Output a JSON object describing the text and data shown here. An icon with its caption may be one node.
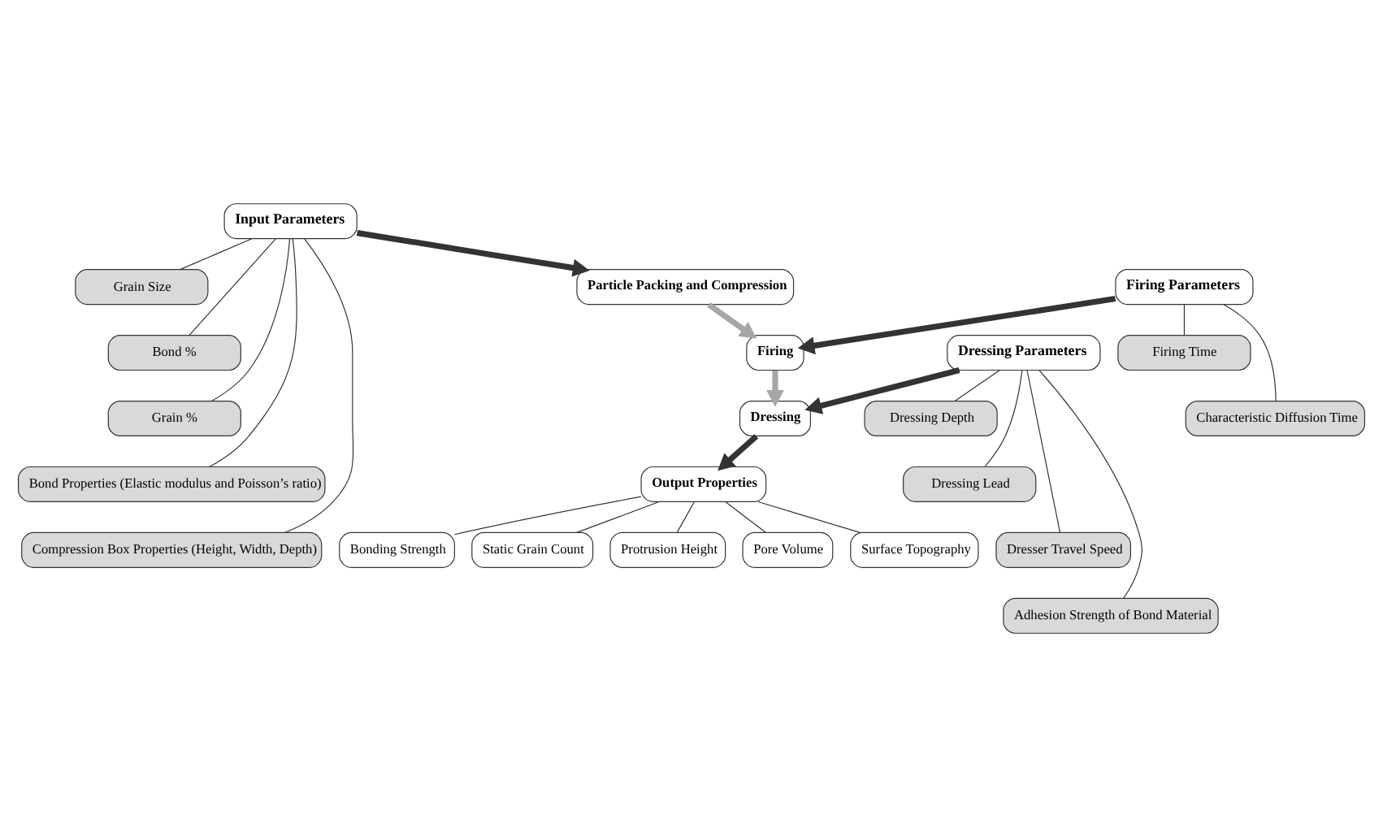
{
  "diagram": {
    "nodes": [
      {
        "text": [
          "Input Parameters"
        ]
      },
      {
        "text": [
          "Grain Size"
        ]
      },
      {
        "text": [
          "Bond %"
        ]
      },
      {
        "text": [
          "Grain %"
        ]
      },
      {
        "text": [
          "Bond Properties (Elastic modulus and Poisson’s ratio)"
        ]
      },
      {
        "text": [
          "Compression Box Properties (Height, Width, Depth)"
        ]
      },
      {
        "text": [
          "Firing Parameters"
        ]
      },
      {
        "text": [
          "Firing Time"
        ]
      },
      {
        "text": [
          "Characteristic Diffusion Time"
        ]
      },
      {
        "text": [
          "Dressing Parameters"
        ]
      },
      {
        "text": [
          "Dressing Depth"
        ]
      },
      {
        "text": [
          "Dressing Lead"
        ]
      },
      {
        "text": [
          "Dresser Travel Speed"
        ]
      },
      {
        "text": [
          "Adhesion Strength of Bond Material"
        ]
      },
      {
        "text": [
          "Particle Packing and Compression"
        ]
      },
      {
        "text": [
          "Firing"
        ]
      },
      {
        "text": [
          "Dressing"
        ]
      },
      {
        "text": [
          "Output Properties"
        ]
      },
      {
        "text": [
          "Bonding Strength"
        ]
      },
      {
        "text": [
          "Static Grain Count"
        ]
      },
      {
        "text": [
          "Protrusion Height"
        ]
      },
      {
        "text": [
          "Pore Volume"
        ]
      },
      {
        "text": [
          "Surface Topography"
        ]
      }
    ],
    "edges": [
      {
        "from": 0,
        "to": 1,
        "arrow": "none"
      },
      {
        "from": 0,
        "to": 2,
        "arrow": "none"
      },
      {
        "from": 0,
        "to": 3,
        "arrow": "none"
      },
      {
        "from": 0,
        "to": 4,
        "arrow": "none"
      },
      {
        "from": 0,
        "to": 5,
        "arrow": "none"
      },
      {
        "from": 6,
        "to": 7,
        "arrow": "none"
      },
      {
        "from": 6,
        "to": 8,
        "arrow": "none"
      },
      {
        "from": 9,
        "to": 10,
        "arrow": "none"
      },
      {
        "from": 9,
        "to": 11,
        "arrow": "none"
      },
      {
        "from": 9,
        "to": 12,
        "arrow": "none"
      },
      {
        "from": 9,
        "to": 13,
        "arrow": "none"
      },
      {
        "from": 0,
        "to": 14,
        "arrow": "to",
        "style": "thick"
      },
      {
        "from": 14,
        "to": 15,
        "arrow": "to",
        "style": "thick",
        "color": "#a6a6a6"
      },
      {
        "from": 6,
        "to": 15,
        "arrow": "to",
        "style": "thick"
      },
      {
        "from": 15,
        "to": 16,
        "arrow": "to",
        "style": "thick",
        "color": "#a6a6a6"
      },
      {
        "from": 9,
        "to": 16,
        "arrow": "to",
        "style": "thick"
      },
      {
        "from": 16,
        "to": 17,
        "arrow": "to",
        "style": "thick"
      },
      {
        "from": 17,
        "to": 18,
        "arrow": "none"
      },
      {
        "from": 17,
        "to": 19,
        "arrow": "none"
      },
      {
        "from": 17,
        "to": 20,
        "arrow": "none"
      },
      {
        "from": 17,
        "to": 21,
        "arrow": "none"
      },
      {
        "from": 17,
        "to": 22,
        "arrow": "none"
      }
    ]
  }
}
